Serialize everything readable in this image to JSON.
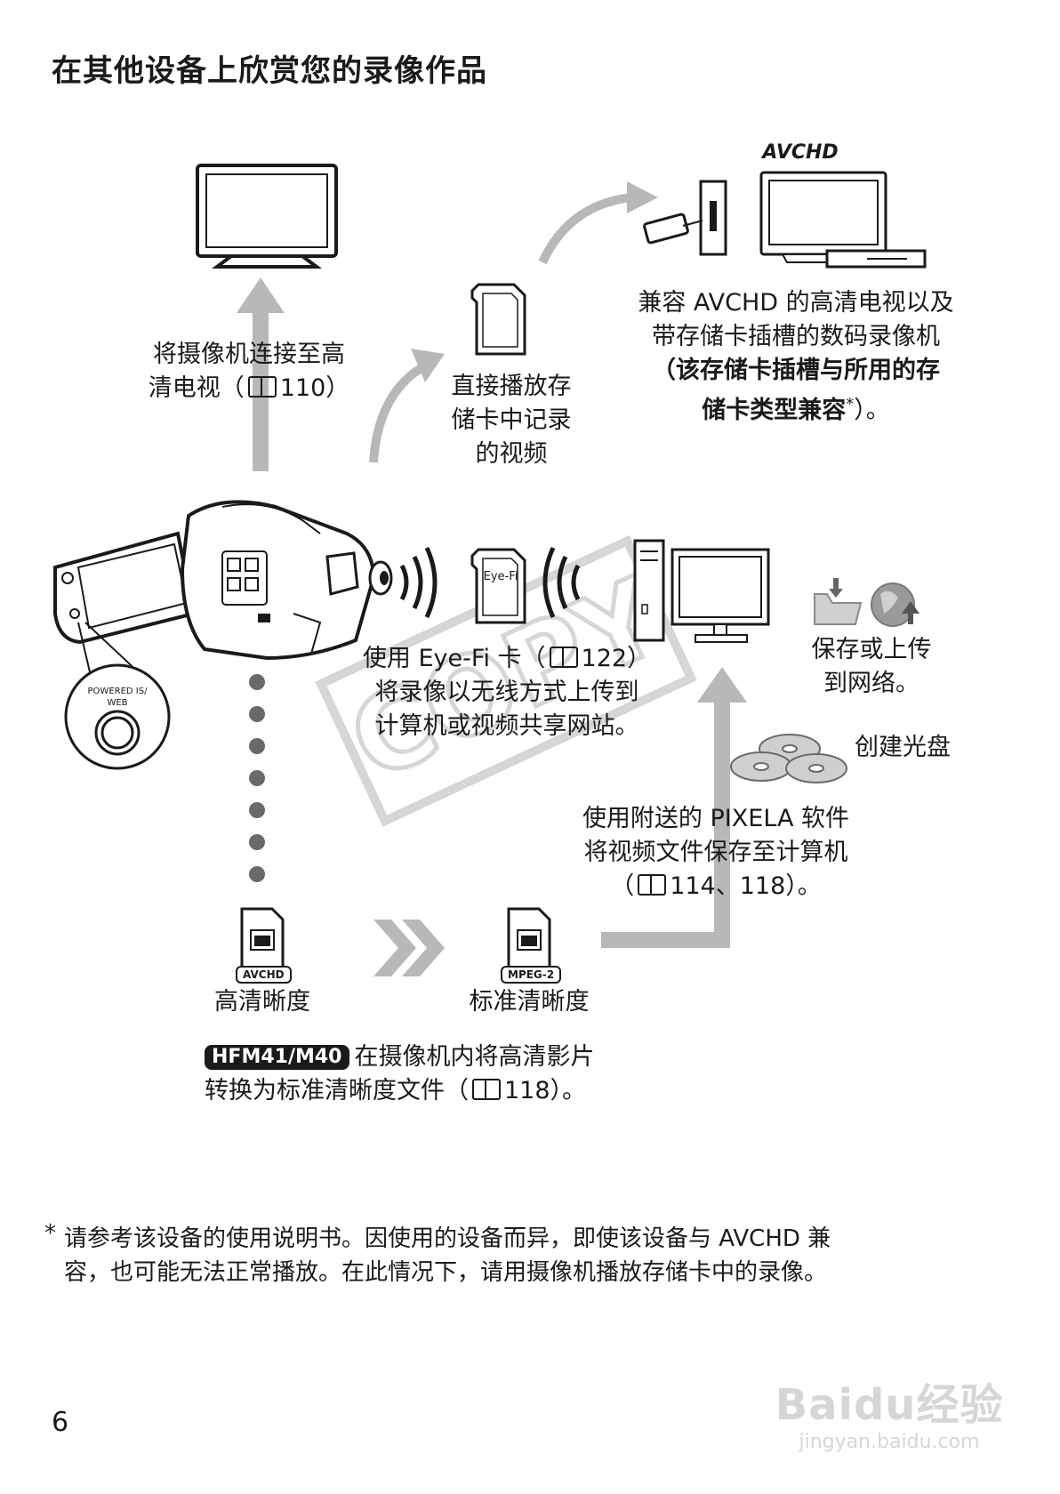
{
  "page_title": "在其他设备上欣赏您的录像作品",
  "avchd_logo": "AVCHD",
  "tv_caption": {
    "line1": "将摄像机连接至高",
    "line2_pre": "清电视（",
    "line2_ref": "110）"
  },
  "card_direct_caption": {
    "line1": "直接播放存",
    "line2": "储卡中记录",
    "line3": "的视频"
  },
  "avchd_devices_caption": {
    "line1": "兼容 AVCHD 的高清电视以及",
    "line2": "带存储卡插槽的数码录像机",
    "line3": "（该存储卡插槽与所用的存",
    "line4": "储卡类型兼容",
    "line4_mark": "*",
    "line4_end": "）。"
  },
  "camera_button_label": {
    "line1": "POWERED IS/",
    "line2": "WEB"
  },
  "eyefi_card_label": "Eye-Fi",
  "eyefi_caption": {
    "line1_pre": "使用 Eye-Fi 卡（",
    "line1_ref": "122）",
    "line2": "将录像以无线方式上传到",
    "line3": "计算机或视频共享网站。"
  },
  "save_upload_caption": {
    "line1": "保存或上传",
    "line2": "到网络。"
  },
  "disc_caption": "创建光盘",
  "pixela_caption": {
    "line1": "使用附送的 PIXELA 软件",
    "line2": "将视频文件保存至计算机",
    "line3_pre": "（",
    "line3_ref": "114、118）。"
  },
  "watermark": "COPY",
  "hd_file": {
    "badge": "AVCHD",
    "label": "高清晰度"
  },
  "sd_file": {
    "badge": "MPEG-2",
    "label": "标准清晰度"
  },
  "convert_caption": {
    "model_tag": "HFM41/M40",
    "line1": "在摄像机内将高清影片",
    "line2_pre": "转换为标准清晰度文件（",
    "line2_ref": "118）。"
  },
  "footnote": {
    "mark": "*",
    "line1": "请参考该设备的使用说明书。因使用的设备而异，即使该设备与 AVCHD 兼",
    "line2": "容，也可能无法正常播放。在此情况下，请用摄像机播放存储卡中的录像。"
  },
  "page_number": "6",
  "baidu_watermark": {
    "brand": "Baidu经验",
    "url": "jingyan.baidu.com"
  },
  "colors": {
    "text": "#1a1a1a",
    "arrow_gray": "#b8b8b8",
    "watermark_gray": "#d6d6d6"
  }
}
